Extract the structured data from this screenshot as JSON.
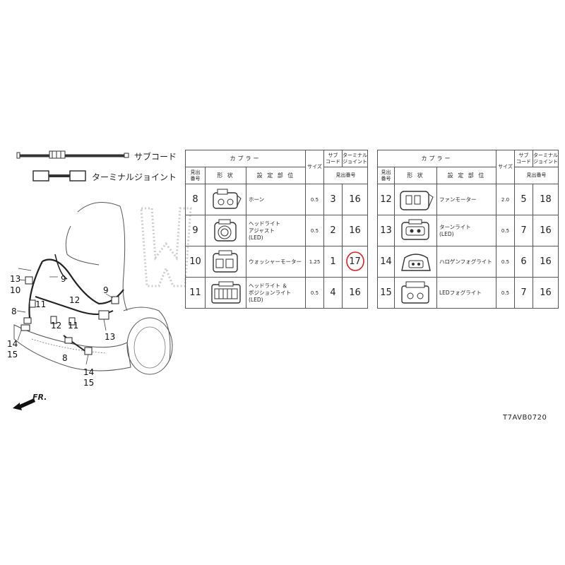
{
  "legend": {
    "sub_cord_label": "サブコード",
    "terminal_joint_label": "ターミナルジョイント"
  },
  "table_headers": {
    "coupler": "カプラー",
    "size": "サイズ",
    "sub": "サブ\nコード",
    "terminal": "ターミナル\nジョイント",
    "midashi": "見出\n番号",
    "shape": "形 状",
    "location": "設 定 部 位",
    "midashi_no": "見出番号"
  },
  "table_left": [
    {
      "no": "8",
      "location": "ホーン",
      "size": "0.5",
      "sub": "3",
      "terminal": "16",
      "shape_icon": "coupler-2pin-icon"
    },
    {
      "no": "9",
      "location": "ヘッドライト\nアジャスト\n(LED)",
      "size": "0.5",
      "sub": "2",
      "terminal": "16",
      "shape_icon": "coupler-round-icon"
    },
    {
      "no": "10",
      "location": "ウォッシャーモーター",
      "size": "1.25",
      "sub": "1",
      "terminal": "17",
      "shape_icon": "coupler-washer-icon",
      "highlight": true
    },
    {
      "no": "11",
      "location": "ヘッドライト ＆\nポジションライト\n(LED)",
      "size": "0.5",
      "sub": "4",
      "terminal": "16",
      "shape_icon": "coupler-multi-icon"
    }
  ],
  "table_right": [
    {
      "no": "12",
      "location": "ファンモーター",
      "size": "2.0",
      "sub": "5",
      "terminal": "18",
      "shape_icon": "coupler-fan-icon"
    },
    {
      "no": "13",
      "location": "ターンライト\n(LED)",
      "size": "0.5",
      "sub": "7",
      "terminal": "16",
      "shape_icon": "coupler-turn-icon"
    },
    {
      "no": "14",
      "location": "ハロゲンフォグライト",
      "size": "0.5",
      "sub": "6",
      "terminal": "16",
      "shape_icon": "coupler-fog-icon"
    },
    {
      "no": "15",
      "location": "LEDフォグライト",
      "size": "0.5",
      "sub": "7",
      "terminal": "16",
      "shape_icon": "coupler-ledfog-icon"
    }
  ],
  "callouts": {
    "c13a": "13",
    "c9a": "9",
    "c10": "10",
    "c11a": "11",
    "c8a": "8",
    "c12a": "12",
    "c12b": "12",
    "c11b": "11",
    "c9b": "9",
    "c13b": "13",
    "c8b": "8",
    "c14a": "14",
    "c15a": "15",
    "c14b": "14",
    "c15b": "15"
  },
  "direction_label": "FR.",
  "catalog_code": "T7AVB0720",
  "colors": {
    "line": "#333333",
    "highlight": "#e02020",
    "watermark": "#bbbbbb"
  }
}
